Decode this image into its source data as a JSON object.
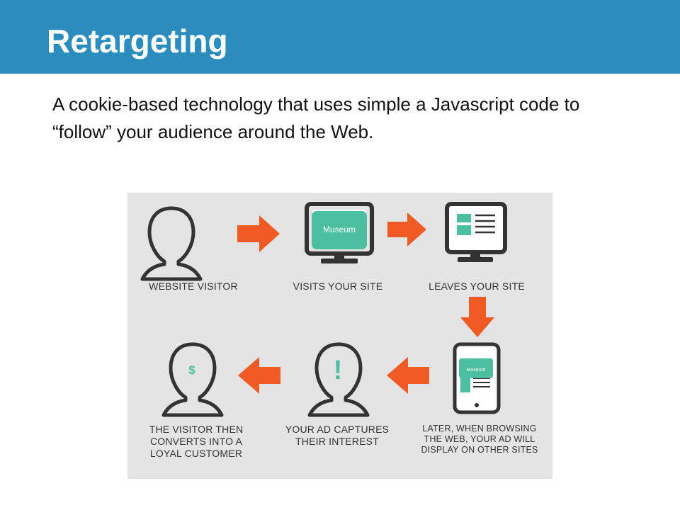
{
  "header": {
    "title": "Retargeting"
  },
  "description": "A cookie-based technology that uses simple a Javascript code to “follow” your audience around the Web.",
  "diagram": {
    "colors": {
      "background": "#e4e4e4",
      "outline": "#333333",
      "arrow": "#f05a24",
      "accent": "#4cbfa0"
    },
    "steps": [
      {
        "label": "WEBSITE VISITOR",
        "icon": "person-icon"
      },
      {
        "label": "VISITS YOUR SITE",
        "icon": "monitor-icon",
        "screen_text": "Museum"
      },
      {
        "label": "LEAVES YOUR SITE",
        "icon": "monitor-layout-icon"
      },
      {
        "label": "LATER, WHEN BROWSING THE WEB, YOUR AD WILL DISPLAY ON OTHER SITES",
        "icon": "phone-icon",
        "screen_text": "Museum"
      },
      {
        "label": "YOUR AD CAPTURES THEIR INTEREST",
        "icon": "person-exclamation-icon",
        "symbol": "!"
      },
      {
        "label": "THE VISITOR THEN CONVERTS INTO A LOYAL CUSTOMER",
        "icon": "person-dollar-icon",
        "symbol": "$"
      }
    ]
  }
}
